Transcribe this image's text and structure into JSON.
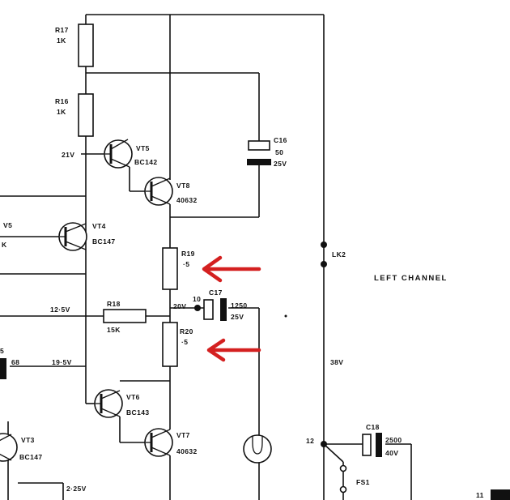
{
  "diagram": {
    "section_title": "LEFT CHANNEL",
    "components": {
      "R17": {
        "ref": "R17",
        "value": "1K"
      },
      "R16": {
        "ref": "R16",
        "value": "1K"
      },
      "R18": {
        "ref": "R18",
        "value": "15K"
      },
      "R19": {
        "ref": "R19",
        "value": "·5"
      },
      "R20": {
        "ref": "R20",
        "value": "·5"
      },
      "C16": {
        "ref": "C16",
        "value": "50",
        "voltage": "25V"
      },
      "C17": {
        "ref": "C17",
        "value": "1250",
        "voltage": "25V"
      },
      "C18": {
        "ref": "C18",
        "value": "2500",
        "voltage": "40V"
      },
      "VT5": {
        "ref": "VT5",
        "part": "BC142"
      },
      "VT8": {
        "ref": "VT8",
        "part": "40632"
      },
      "VT4": {
        "ref": "VT4",
        "part": "BC147"
      },
      "VT6": {
        "ref": "VT6",
        "part": "BC143"
      },
      "VT7": {
        "ref": "VT7",
        "part": "40632"
      },
      "VT3": {
        "ref": "VT3",
        "part": "BC147"
      },
      "LK2": {
        "ref": "LK2"
      },
      "FS1": {
        "ref": "FS1"
      },
      "C_left": {
        "value": "68"
      }
    },
    "voltages": {
      "v21": "21V",
      "v12_5": "12·5V",
      "v20": "20V",
      "v19_5": "19·5V",
      "v38": "38V",
      "v2_25": "2·25V"
    },
    "nodes": {
      "n10": "10",
      "n12": "12"
    },
    "edge_labels": {
      "left_top": "V5",
      "left_mid": "K",
      "left_low": "5",
      "bottom_right": "11"
    },
    "annotations": {
      "arrow_color": "#d42020",
      "arrow_targets": [
        "R19",
        "R20"
      ]
    }
  }
}
